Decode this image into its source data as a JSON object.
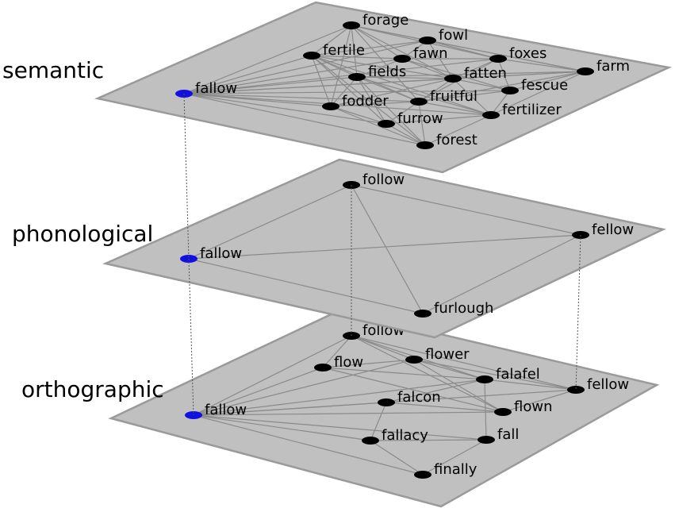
{
  "layers": [
    {
      "id": "semantic",
      "title": "semantic",
      "nodes": [
        {
          "id": "forage",
          "label": "forage"
        },
        {
          "id": "fowl",
          "label": "fowl"
        },
        {
          "id": "fertile",
          "label": "fertile"
        },
        {
          "id": "fawn",
          "label": "fawn"
        },
        {
          "id": "foxes",
          "label": "foxes"
        },
        {
          "id": "farm",
          "label": "farm"
        },
        {
          "id": "fields",
          "label": "fields"
        },
        {
          "id": "fatten",
          "label": "fatten"
        },
        {
          "id": "fallow",
          "label": "fallow",
          "highlight": true
        },
        {
          "id": "fescue",
          "label": "fescue"
        },
        {
          "id": "fruitful",
          "label": "fruitful"
        },
        {
          "id": "fodder",
          "label": "fodder"
        },
        {
          "id": "fertilizer",
          "label": "fertilizer"
        },
        {
          "id": "furrow",
          "label": "furrow"
        },
        {
          "id": "forest",
          "label": "forest"
        }
      ],
      "edges": [
        [
          "fallow",
          "forage"
        ],
        [
          "fallow",
          "fertile"
        ],
        [
          "fallow",
          "fawn"
        ],
        [
          "fallow",
          "fields"
        ],
        [
          "fallow",
          "fatten"
        ],
        [
          "fallow",
          "foxes"
        ],
        [
          "fallow",
          "farm"
        ],
        [
          "fallow",
          "fescue"
        ],
        [
          "fallow",
          "fruitful"
        ],
        [
          "fallow",
          "fodder"
        ],
        [
          "fallow",
          "fertilizer"
        ],
        [
          "fallow",
          "furrow"
        ],
        [
          "fallow",
          "forest"
        ],
        [
          "fallow",
          "fowl"
        ],
        [
          "forage",
          "fowl"
        ],
        [
          "forage",
          "fertile"
        ],
        [
          "forage",
          "fawn"
        ],
        [
          "forage",
          "foxes"
        ],
        [
          "forage",
          "fields"
        ],
        [
          "forage",
          "fatten"
        ],
        [
          "forage",
          "fodder"
        ],
        [
          "forage",
          "fruitful"
        ],
        [
          "forage",
          "farm"
        ],
        [
          "fertile",
          "fields"
        ],
        [
          "fertile",
          "fawn"
        ],
        [
          "fertile",
          "fatten"
        ],
        [
          "fertile",
          "fruitful"
        ],
        [
          "fertile",
          "furrow"
        ],
        [
          "fertile",
          "fertilizer"
        ],
        [
          "fertile",
          "fodder"
        ],
        [
          "fertile",
          "forest"
        ],
        [
          "fertile",
          "fowl"
        ],
        [
          "fawn",
          "foxes"
        ],
        [
          "fawn",
          "fields"
        ],
        [
          "fawn",
          "fatten"
        ],
        [
          "fawn",
          "fescue"
        ],
        [
          "fowl",
          "foxes"
        ],
        [
          "fowl",
          "farm"
        ],
        [
          "fowl",
          "fatten"
        ],
        [
          "fowl",
          "fawn"
        ],
        [
          "foxes",
          "farm"
        ],
        [
          "foxes",
          "fatten"
        ],
        [
          "foxes",
          "fescue"
        ],
        [
          "foxes",
          "fruitful"
        ],
        [
          "farm",
          "fatten"
        ],
        [
          "farm",
          "fescue"
        ],
        [
          "farm",
          "fertilizer"
        ],
        [
          "farm",
          "fruitful"
        ],
        [
          "farm",
          "fields"
        ],
        [
          "fields",
          "fatten"
        ],
        [
          "fields",
          "fruitful"
        ],
        [
          "fields",
          "fodder"
        ],
        [
          "fields",
          "furrow"
        ],
        [
          "fields",
          "forest"
        ],
        [
          "fields",
          "fertilizer"
        ],
        [
          "fatten",
          "fruitful"
        ],
        [
          "fatten",
          "fescue"
        ],
        [
          "fatten",
          "fertilizer"
        ],
        [
          "fatten",
          "fodder"
        ],
        [
          "fescue",
          "fertilizer"
        ],
        [
          "fescue",
          "fruitful"
        ],
        [
          "fruitful",
          "fertilizer"
        ],
        [
          "fruitful",
          "furrow"
        ],
        [
          "fruitful",
          "forest"
        ],
        [
          "fruitful",
          "fodder"
        ],
        [
          "fodder",
          "furrow"
        ],
        [
          "fodder",
          "forest"
        ],
        [
          "fertilizer",
          "forest"
        ],
        [
          "fertilizer",
          "furrow"
        ],
        [
          "furrow",
          "forest"
        ]
      ]
    },
    {
      "id": "phonological",
      "title": "phonological",
      "nodes": [
        {
          "id": "follow",
          "label": "follow"
        },
        {
          "id": "fellow",
          "label": "fellow"
        },
        {
          "id": "fallow",
          "label": "fallow",
          "highlight": true
        },
        {
          "id": "furlough",
          "label": "furlough"
        }
      ],
      "edges": [
        [
          "fallow",
          "follow"
        ],
        [
          "fallow",
          "fellow"
        ],
        [
          "fallow",
          "furlough"
        ],
        [
          "follow",
          "fellow"
        ],
        [
          "follow",
          "furlough"
        ],
        [
          "fellow",
          "furlough"
        ]
      ]
    },
    {
      "id": "orthographic",
      "title": "orthographic",
      "nodes": [
        {
          "id": "follow",
          "label": "follow"
        },
        {
          "id": "flow",
          "label": "flow"
        },
        {
          "id": "flower",
          "label": "flower"
        },
        {
          "id": "falafel",
          "label": "falafel"
        },
        {
          "id": "fellow",
          "label": "fellow"
        },
        {
          "id": "falcon",
          "label": "falcon"
        },
        {
          "id": "flown",
          "label": "flown"
        },
        {
          "id": "fallow",
          "label": "fallow",
          "highlight": true
        },
        {
          "id": "fallacy",
          "label": "fallacy"
        },
        {
          "id": "fall",
          "label": "fall"
        },
        {
          "id": "finally",
          "label": "finally"
        }
      ],
      "edges": [
        [
          "fallow",
          "follow"
        ],
        [
          "fallow",
          "flow"
        ],
        [
          "fallow",
          "flower"
        ],
        [
          "fallow",
          "falafel"
        ],
        [
          "fallow",
          "fellow"
        ],
        [
          "fallow",
          "falcon"
        ],
        [
          "fallow",
          "flown"
        ],
        [
          "fallow",
          "fallacy"
        ],
        [
          "fallow",
          "fall"
        ],
        [
          "fallow",
          "finally"
        ],
        [
          "follow",
          "flow"
        ],
        [
          "follow",
          "flower"
        ],
        [
          "follow",
          "fellow"
        ],
        [
          "follow",
          "falafel"
        ],
        [
          "follow",
          "flown"
        ],
        [
          "flow",
          "flower"
        ],
        [
          "flow",
          "flown"
        ],
        [
          "flow",
          "falafel"
        ],
        [
          "flower",
          "flown"
        ],
        [
          "flower",
          "falafel"
        ],
        [
          "flower",
          "fellow"
        ],
        [
          "falafel",
          "fellow"
        ],
        [
          "falafel",
          "fall"
        ],
        [
          "falafel",
          "falcon"
        ],
        [
          "falcon",
          "flown"
        ],
        [
          "falcon",
          "fallacy"
        ],
        [
          "fallacy",
          "fall"
        ],
        [
          "fallacy",
          "finally"
        ],
        [
          "fall",
          "finally"
        ],
        [
          "fellow",
          "flown"
        ]
      ]
    }
  ],
  "interlayer_links": [
    {
      "word": "fallow",
      "from": "semantic",
      "to": "phonological"
    },
    {
      "word": "fallow",
      "from": "phonological",
      "to": "orthographic"
    },
    {
      "word": "follow",
      "from": "phonological",
      "to": "orthographic"
    },
    {
      "word": "fellow",
      "from": "phonological",
      "to": "orthographic"
    }
  ],
  "colors": {
    "node": "#000000",
    "highlight": "#1010e0",
    "plane": "#c0c0c0"
  }
}
